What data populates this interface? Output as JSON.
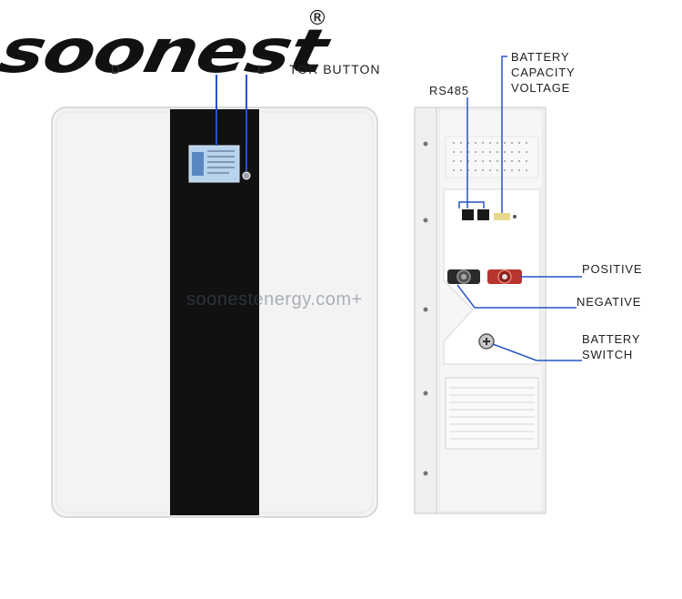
{
  "brand": {
    "name": "soonest",
    "registered_mark": "®"
  },
  "labels": {
    "display_fragment": "D",
    "display_fragment_2": "L",
    "indicator_button_fragment": "TOR BUTTON",
    "rs485": "RS485",
    "battery_capacity_voltage": [
      "BATTERY",
      "CAPACITY",
      "VOLTAGE"
    ],
    "positive": "POSITIVE",
    "negative": "NEGATIVE",
    "battery_switch": [
      "BATTERY",
      "SWITCH"
    ]
  },
  "watermark": "soonestenergy.com+",
  "colors": {
    "panel": "#f4f4f4",
    "stripe": "#111111",
    "screen": "#aeceec",
    "positive_terminal": "#c0392b",
    "negative_terminal": "#222222",
    "callout_line": "#2554c7"
  }
}
